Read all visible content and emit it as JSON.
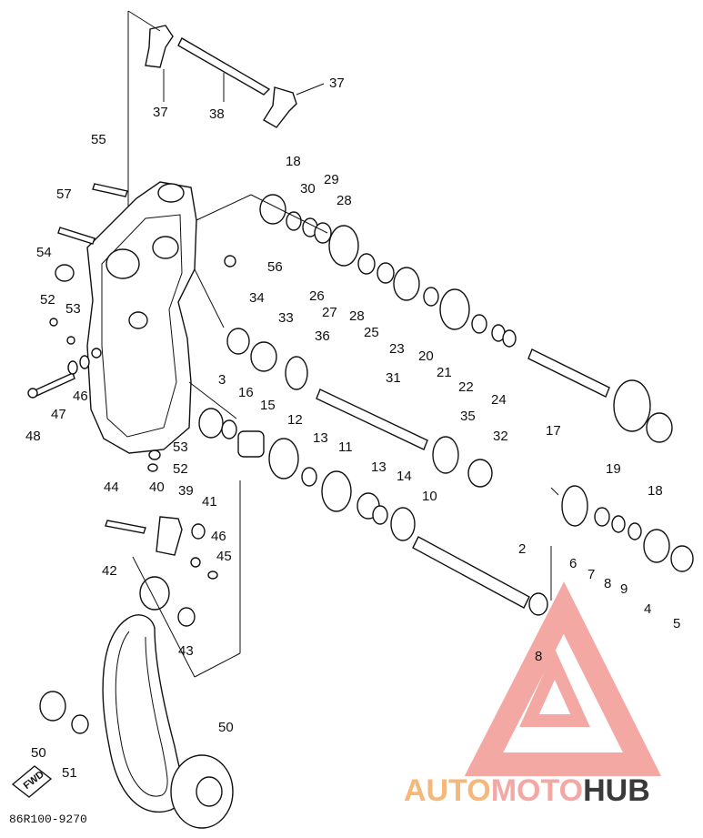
{
  "diagram": {
    "callouts": [
      "37",
      "38",
      "37",
      "55",
      "57",
      "54",
      "52",
      "53",
      "47",
      "46",
      "48",
      "18",
      "30",
      "29",
      "28",
      "26",
      "27",
      "28",
      "25",
      "23",
      "20",
      "21",
      "22",
      "24",
      "17",
      "19",
      "18",
      "56",
      "34",
      "33",
      "36",
      "31",
      "3",
      "16",
      "15",
      "12",
      "13",
      "11",
      "13",
      "14",
      "10",
      "35",
      "32",
      "53",
      "52",
      "44",
      "40",
      "39",
      "41",
      "46",
      "45",
      "42",
      "43",
      "2",
      "6",
      "7",
      "8",
      "9",
      "4",
      "5",
      "8",
      "50",
      "51",
      "50"
    ],
    "part_code": "86R100-9270",
    "fwd_label": "FWD"
  },
  "watermark": {
    "text_part1": "AUTO",
    "text_part2": "MOTO",
    "text_part3": "HUB",
    "color_primary": "#f4a8a4",
    "color_accent": "#f5b87a",
    "color_dark": "#3a3a3a"
  }
}
